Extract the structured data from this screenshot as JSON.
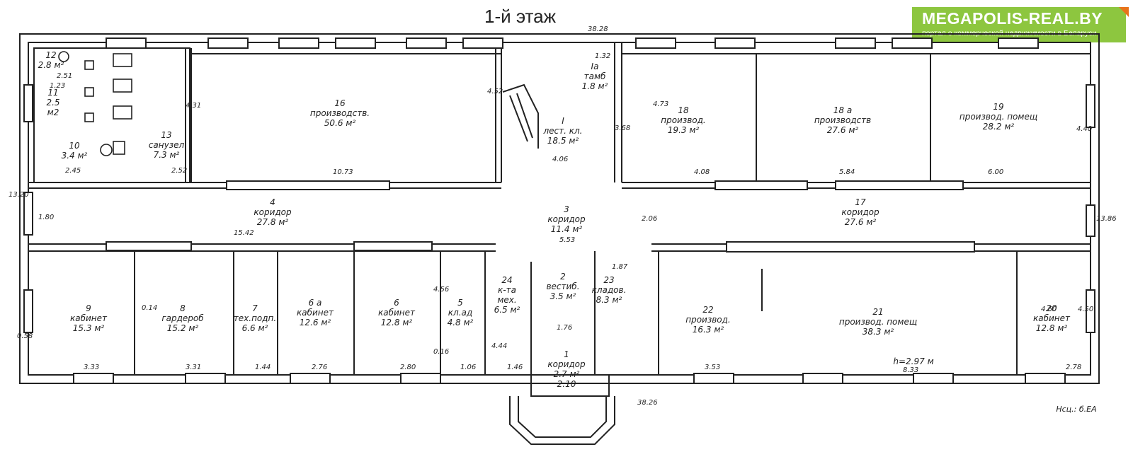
{
  "title": "1-й этаж",
  "logo": {
    "name": "MEGAPOLIS-REAL.BY",
    "tagline": "портал о коммерческой недвижимости в Беларуси",
    "color": "#8dc63f",
    "accent": "#e8731a"
  },
  "rooms": [
    {
      "id": "r16",
      "lines": [
        "16",
        "производств.",
        "50.6 м²"
      ]
    },
    {
      "id": "r1",
      "lines": [
        "I",
        "лест. кл.",
        "18.5 м²"
      ]
    },
    {
      "id": "r18",
      "lines": [
        "18",
        "производ.",
        "19.3 м²"
      ]
    },
    {
      "id": "r18a",
      "lines": [
        "18 а",
        "производств",
        "27.6 м²"
      ]
    },
    {
      "id": "r19",
      "lines": [
        "19",
        "производ. помещ",
        "28.2 м²"
      ]
    },
    {
      "id": "r4",
      "lines": [
        "4",
        "коридор",
        "27.8 м²"
      ]
    },
    {
      "id": "r3",
      "lines": [
        "3",
        "коридор",
        "11.4 м²"
      ]
    },
    {
      "id": "r17",
      "lines": [
        "17",
        "коридор",
        "27.6 м²"
      ]
    },
    {
      "id": "r9",
      "lines": [
        "9",
        "кабинет",
        "15.3 м²"
      ]
    },
    {
      "id": "r8",
      "lines": [
        "8",
        "гардероб",
        "15.2 м²"
      ]
    },
    {
      "id": "r7",
      "lines": [
        "7",
        "тех.подп.",
        "6.6 м²"
      ]
    },
    {
      "id": "r6a",
      "lines": [
        "6 а",
        "кабинет",
        "12.6 м²"
      ]
    },
    {
      "id": "r6",
      "lines": [
        "6",
        "кабинет",
        "12.8 м²"
      ]
    },
    {
      "id": "r5",
      "lines": [
        "5",
        "кл.ад",
        "4.8 м²"
      ]
    },
    {
      "id": "r24",
      "lines": [
        "24",
        "к-та",
        "мех.",
        "6.5 м²"
      ]
    },
    {
      "id": "r2",
      "lines": [
        "2",
        "вестиб.",
        "3.5 м²"
      ]
    },
    {
      "id": "r23",
      "lines": [
        "23",
        "кладов.",
        "8.3 м²"
      ]
    },
    {
      "id": "r22",
      "lines": [
        "22",
        "производ.",
        "16.3 м²"
      ]
    },
    {
      "id": "r21",
      "lines": [
        "21",
        "производ. помещ",
        "38.3 м²"
      ]
    },
    {
      "id": "r20",
      "lines": [
        "20",
        "кабинет",
        "12.8 м²"
      ]
    },
    {
      "id": "rk1",
      "lines": [
        "1",
        "коридор",
        "2.7 м²",
        "2.10"
      ]
    },
    {
      "id": "r13",
      "lines": [
        "13",
        "санузел",
        "7.3 м²"
      ]
    },
    {
      "id": "r10",
      "lines": [
        "10",
        "3.4 м²"
      ]
    },
    {
      "id": "r11",
      "lines": [
        "11",
        "2.5",
        "м2"
      ]
    },
    {
      "id": "r12",
      "lines": [
        "12",
        "2.8 м²"
      ]
    },
    {
      "id": "rIa",
      "lines": [
        "Iа",
        "тамб",
        "1.8 м²"
      ]
    }
  ],
  "dimensions": [
    "38.28",
    "38.26",
    "10.73",
    "15.42",
    "4.06",
    "4.08",
    "5.84",
    "6.00",
    "5.53",
    "3.33",
    "3.31",
    "1.44",
    "2.76",
    "2.80",
    "1.06",
    "1.46",
    "3.53",
    "8.33",
    "2.78",
    "2.45",
    "2.52",
    "2.51",
    "1.76",
    "13.20",
    "13.86",
    "4.73",
    "4.40",
    "4.60",
    "4.50",
    "4.56",
    "1.80",
    "2.06",
    "1.87",
    "0.58",
    "0.16",
    "0.14",
    "1.23",
    "1.32",
    "4.31",
    "4.52",
    "3.68",
    "4.44"
  ],
  "height_note": "h=2.97 м",
  "stamp_note": "Нсц.: б.ЕА"
}
